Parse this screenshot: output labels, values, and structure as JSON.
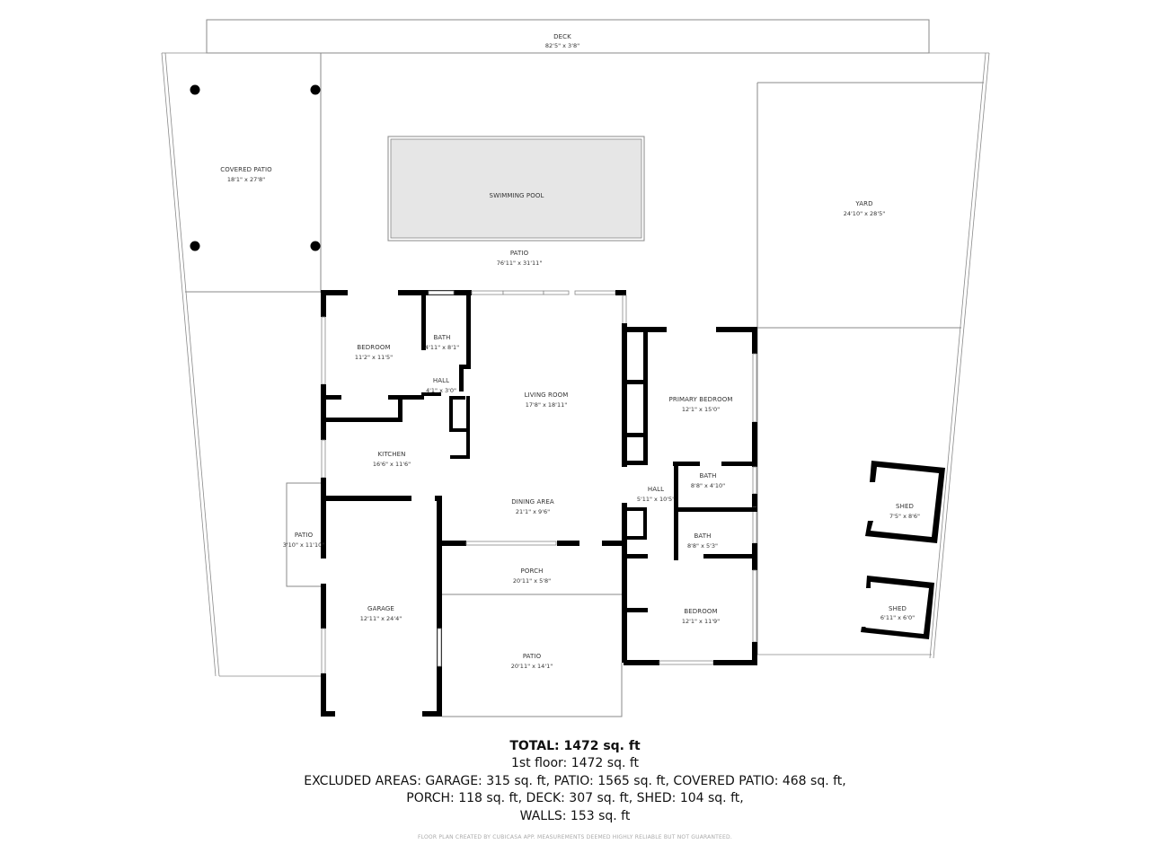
{
  "rooms": {
    "deck": {
      "label": "DECK",
      "dim": "82'5\" x 3'8\""
    },
    "covered_patio": {
      "label": "COVERED PATIO",
      "dim": "18'1\" x 27'8\""
    },
    "swimming_pool": {
      "label": "SWIMMING POOL"
    },
    "patio_main": {
      "label": "PATIO",
      "dim": "76'11\" x 31'11\""
    },
    "yard": {
      "label": "YARD",
      "dim": "24'10\" x 28'5\""
    },
    "bedroom_nw": {
      "label": "BEDROOM",
      "dim": "11'2\" x 11'5\""
    },
    "bath_nw": {
      "label": "BATH",
      "dim": "4'11\" x 8'1\""
    },
    "hall_nw": {
      "label": "HALL",
      "dim": "4'1\" x 3'0\""
    },
    "living_room": {
      "label": "LIVING ROOM",
      "dim": "17'8\" x 18'11\""
    },
    "kitchen": {
      "label": "KITCHEN",
      "dim": "16'6\" x 11'6\""
    },
    "dining_area": {
      "label": "DINING AREA",
      "dim": "21'1\" x 9'6\""
    },
    "primary_bedroom": {
      "label": "PRIMARY BEDROOM",
      "dim": "12'1\" x 15'0\""
    },
    "hall_e": {
      "label": "HALL",
      "dim": "5'11\" x 10'5\""
    },
    "bath_e1": {
      "label": "BATH",
      "dim": "8'8\" x 4'10\""
    },
    "bath_e2": {
      "label": "BATH",
      "dim": "8'8\" x 5'3\""
    },
    "bedroom_se": {
      "label": "BEDROOM",
      "dim": "12'1\" x 11'9\""
    },
    "patio_side": {
      "label": "PATIO",
      "dim": "3'10\" x 11'10\""
    },
    "garage": {
      "label": "GARAGE",
      "dim": "12'11\" x 24'4\""
    },
    "porch": {
      "label": "PORCH",
      "dim": "20'11\" x 5'8\""
    },
    "patio_front": {
      "label": "PATIO",
      "dim": "20'11\" x 14'1\""
    },
    "shed_1": {
      "label": "SHED",
      "dim": "7'5\" x 8'6\""
    },
    "shed_2": {
      "label": "SHED",
      "dim": "6'11\" x 6'0\""
    }
  },
  "summary": {
    "total": "TOTAL: 1472 sq. ft",
    "floor1": "1st floor: 1472 sq. ft",
    "excluded_1": "EXCLUDED AREAS: GARAGE: 315 sq. ft, PATIO: 1565 sq. ft, COVERED PATIO: 468 sq. ft,",
    "excluded_2": "PORCH: 118 sq. ft, DECK: 307 sq. ft, SHED: 104 sq. ft,",
    "excluded_3": "WALLS: 153 sq. ft"
  },
  "footer": "FLOOR PLAN CREATED BY CUBICASA APP. MEASUREMENTS DEEMED HIGHLY RELIABLE BUT NOT GUARANTEED.",
  "colors": {
    "wall": "#000000",
    "outline": "#8a8a8a",
    "pool_fill": "#e6e6e6",
    "footer_text": "#aaaaaa"
  }
}
